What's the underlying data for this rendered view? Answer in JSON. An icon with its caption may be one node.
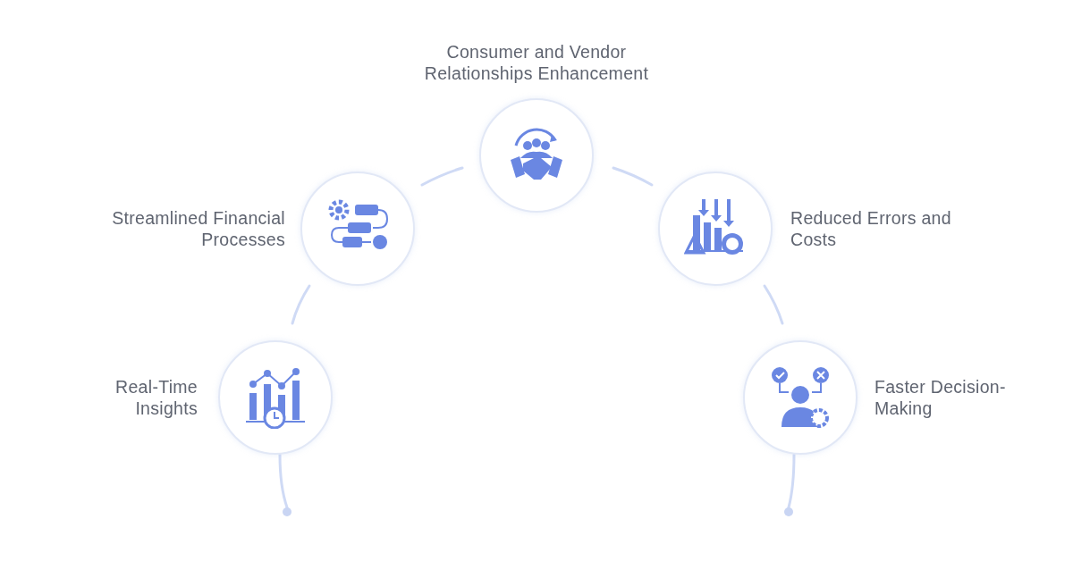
{
  "diagram": {
    "nodes": [
      {
        "text": [
          "Consumer  and Vendor Relationships Enhancement"
        ]
      },
      {
        "text": [
          "Streamlined Financial Processes"
        ]
      },
      {
        "text": [
          "Reduced Errors and Costs"
        ]
      },
      {
        "text": [
          "Real-Time Insights"
        ]
      },
      {
        "text": [
          "Faster Decision-Making"
        ]
      },
      {
        "text": [],
        "shape": "circle"
      },
      {
        "text": [],
        "shape": "circle"
      }
    ],
    "edges": [
      {
        "from": 5,
        "to": 3,
        "arrow": "none"
      },
      {
        "from": 3,
        "to": 1,
        "arrow": "none"
      },
      {
        "from": 1,
        "to": 0,
        "arrow": "none"
      },
      {
        "from": 0,
        "to": 2,
        "arrow": "none"
      },
      {
        "from": 2,
        "to": 4,
        "arrow": "none"
      },
      {
        "from": 4,
        "to": 6,
        "arrow": "none"
      }
    ]
  }
}
